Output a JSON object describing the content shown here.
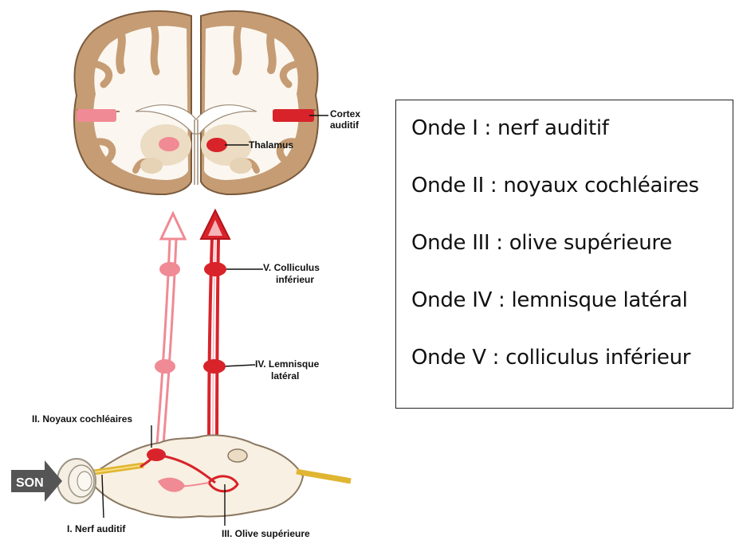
{
  "diagram": {
    "labels": {
      "cortex_line1": "Cortex",
      "cortex_line2": "auditif",
      "thalamus": "Thalamus",
      "colliculus_line1": "V. Colliculus",
      "colliculus_line2": "inférieur",
      "lemnisque_line1": "IV. Lemnisque",
      "lemnisque_line2": "latéral",
      "noyaux": "II. Noyaux cochléaires",
      "son": "SON",
      "nerf": "I. Nerf auditif",
      "olive": "III. Olive supérieure"
    },
    "colors": {
      "pathway_dark": "#d8232a",
      "pathway_light": "#f08a94",
      "cortex_tissue": "#c69c74",
      "white_matter": "#fbf7f0",
      "nerve": "#e0b531",
      "arrow_grey": "#555555"
    }
  },
  "legend": {
    "items": [
      "Onde I : nerf auditif",
      "Onde II : noyaux cochléaires",
      "Onde III : olive supérieure",
      "Onde IV : lemnisque latéral",
      "Onde V : colliculus inférieur"
    ]
  }
}
